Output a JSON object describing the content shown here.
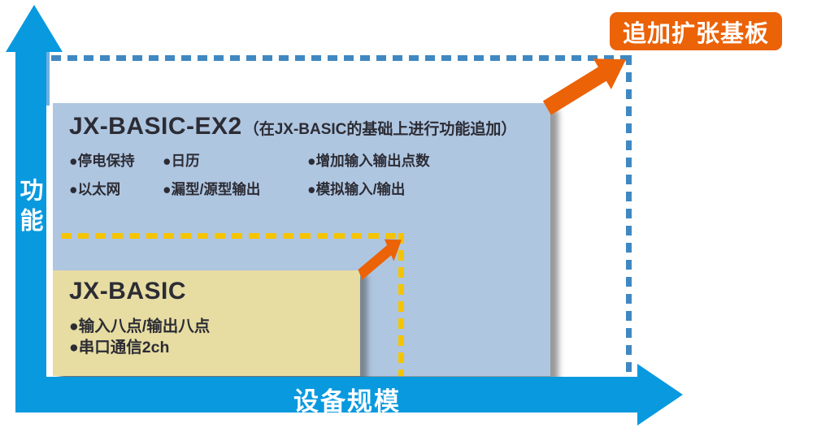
{
  "diagram": {
    "y_axis_label": "功能",
    "x_axis_label": "设备规模",
    "badge_label": "追加扩张基板"
  },
  "ex2": {
    "title": "JX-BASIC-EX2",
    "subtitle": "（在JX-BASIC的基础上进行功能追加）",
    "features": [
      [
        "●停电保持",
        "●日历",
        "●增加输入输出点数"
      ],
      [
        "●以太网",
        "●漏型/源型输出",
        "●模拟输入/输出"
      ]
    ]
  },
  "basic": {
    "title": "JX-BASIC",
    "features": [
      "●输入八点/输出八点",
      "●串口通信2ch"
    ]
  },
  "colors": {
    "axis_blue": "#0999DF",
    "blue_dash": "#3F88C2",
    "yellow_dash": "#F5C400",
    "ex2_box_bg": "#AFC6E1",
    "basic_box_bg": "#E7DCA2",
    "orange": "#EB6207",
    "text_dark": "#2C2C34"
  }
}
